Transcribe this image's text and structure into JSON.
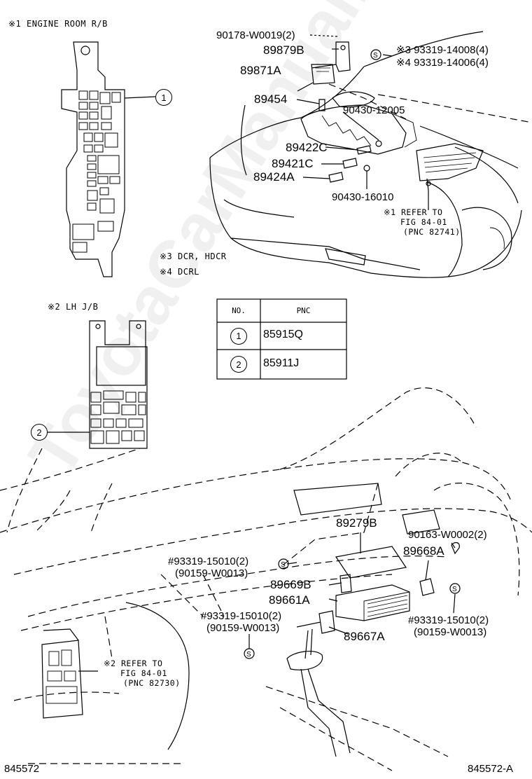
{
  "watermark": "ToyotaCarManual.ru",
  "notes": {
    "note1_engine_room": "※1 ENGINE ROOM R/B",
    "note2_lh_jb": "※2 LH J/B",
    "note3": "※3 DCR, HDCR",
    "note4": "※4 DCRL"
  },
  "callouts": {
    "c1": "1",
    "c2": "2"
  },
  "table": {
    "header_no": "NO.",
    "header_pnc": "PNC",
    "rows": [
      {
        "no": "1",
        "pnc": "85915Q"
      },
      {
        "no": "2",
        "pnc": "85911J"
      }
    ]
  },
  "engine_parts": {
    "p90178": "90178-W0019(2)",
    "p89879B": "89879B",
    "p89871A": "89871A",
    "p89454": "89454",
    "p90430_12005": "90430-12005",
    "p89422C": "89422C",
    "p89421C": "89421C",
    "p89424A": "89424A",
    "p90430_16010": "90430-16010",
    "p93319_14008": "※3 93319-14008(4)",
    "p93319_14006": "※4 93319-14006(4)",
    "refer1_a": "※1 REFER TO",
    "refer1_b": "FIG 84-01",
    "refer1_c": "(PNC 82741)"
  },
  "dash_parts": {
    "p89279B": "89279B",
    "p90163": "90163-W0002(2)",
    "p89668A": "89668A",
    "p93319_15010_a": "#93319-15010(2)",
    "p90159_a": "(90159-W0013)",
    "p89669B": "89669B",
    "p89661A": "89661A",
    "p93319_15010_b": "#93319-15010(2)",
    "p90159_b": "(90159-W0013)",
    "p93319_15010_c": "#93319-15010(2)",
    "p90159_c": "(90159-W0013)",
    "p89667A": "89667A",
    "refer2_a": "※2 REFER TO",
    "refer2_b": "FIG 84-01",
    "refer2_c": "(PNC 82730)"
  },
  "footer": {
    "left_code": "845572",
    "right_code": "845572-A"
  }
}
